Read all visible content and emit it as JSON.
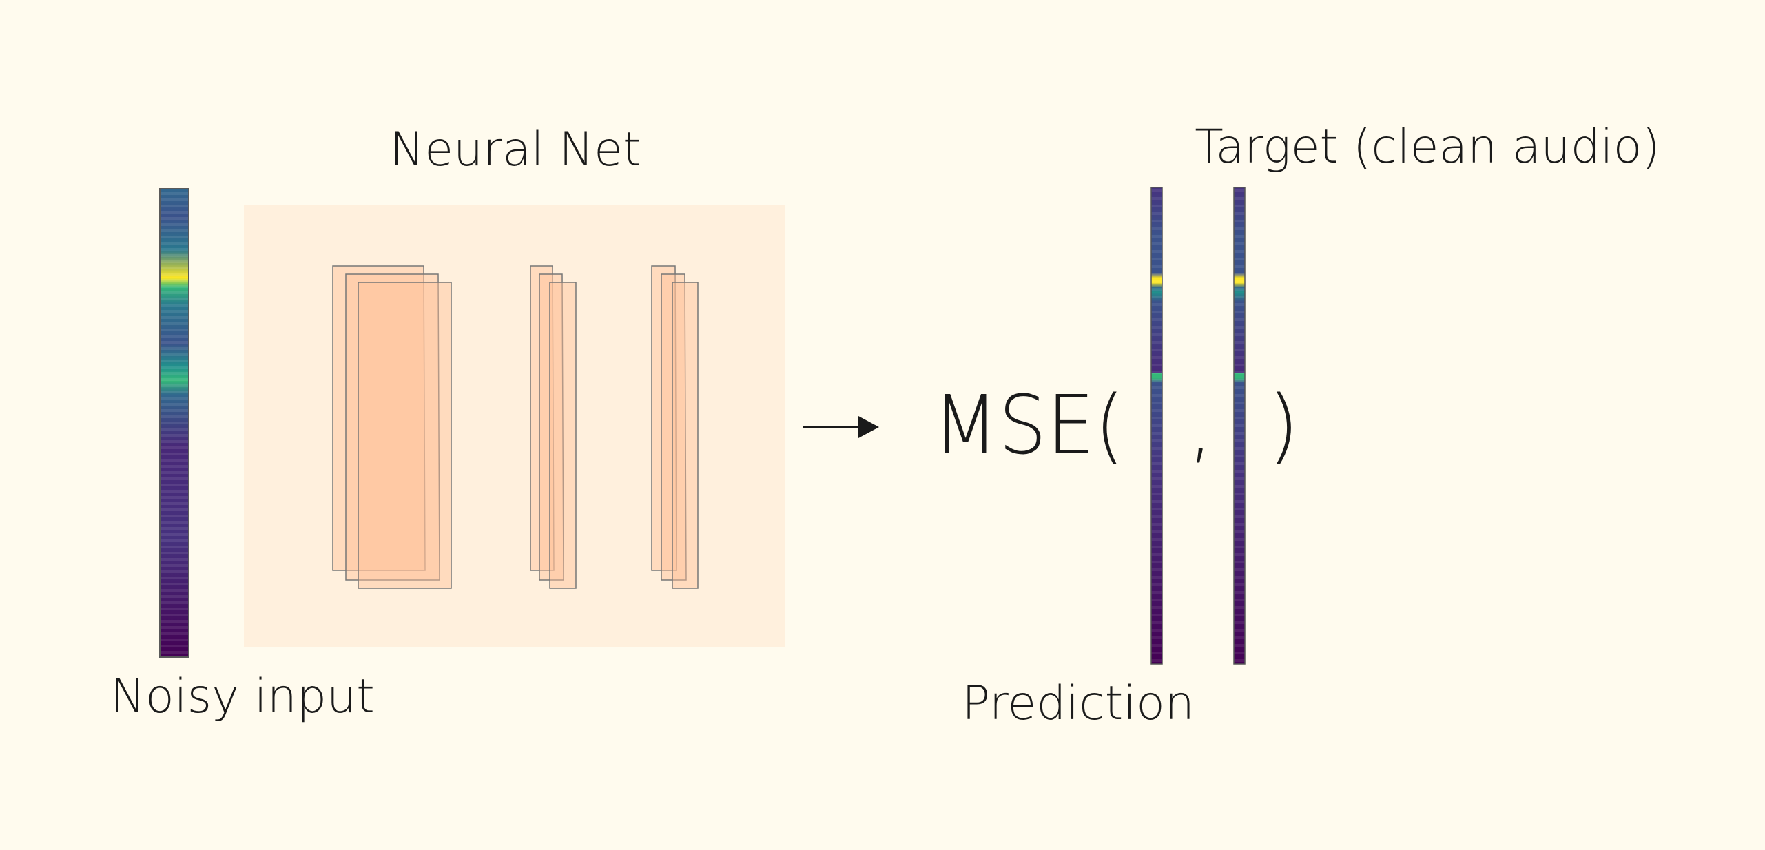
{
  "labels": {
    "neural_net": "Neural Net",
    "target": "Target (clean audio)",
    "noisy_input": "Noisy input",
    "prediction": "Prediction",
    "mse_open": "MSE(",
    "comma": ",",
    "mse_close": ")"
  },
  "colors": {
    "background": "#fffbee",
    "net_panel": "#fff0dd",
    "layer_fill": "#ffc29a",
    "spectrogram_base": "#440154",
    "text": "#1a1a1a"
  },
  "icons": {
    "arrow": "right-arrow-icon"
  }
}
